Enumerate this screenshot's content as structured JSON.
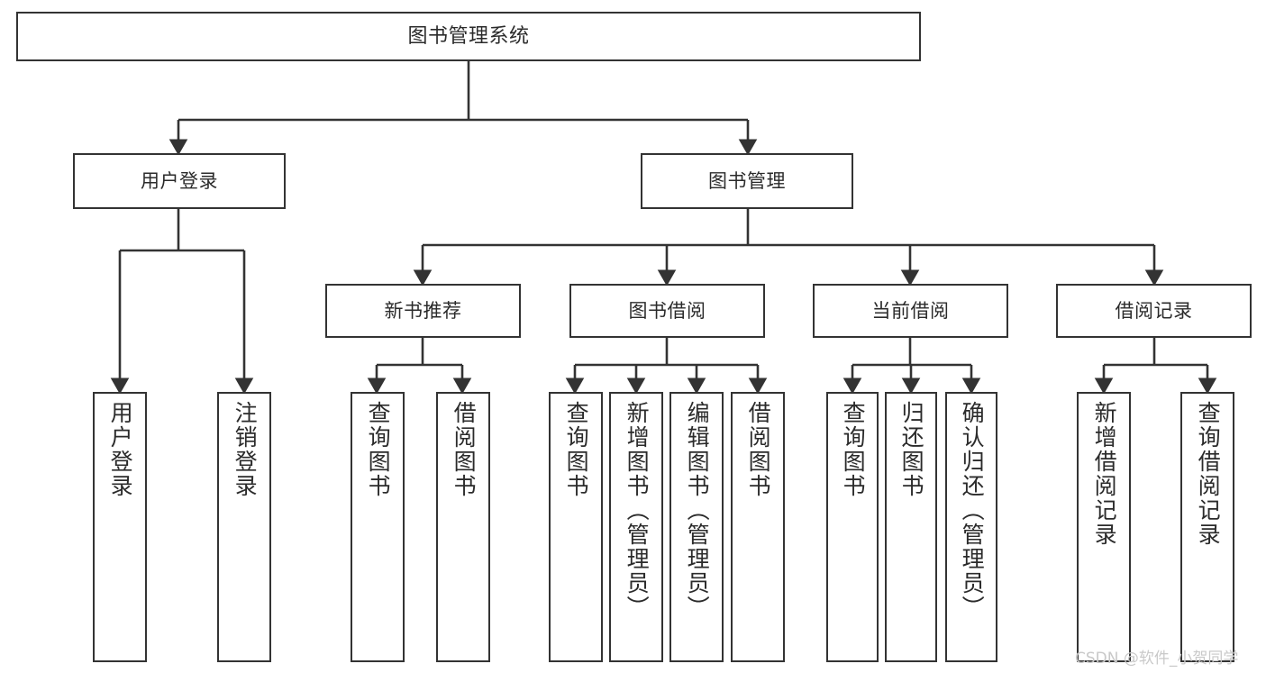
{
  "diagram": {
    "type": "tree-hierarchy-diagram",
    "title": "图书管理系统",
    "line_color": "#333333",
    "box_fill": "#ffffff",
    "text_color": "#2b2b2b",
    "watermark": "CSDN @软件_小贺同学"
  },
  "nodes": {
    "root": {
      "label": "图书管理系统"
    },
    "level2": [
      {
        "label": "用户登录"
      },
      {
        "label": "图书管理"
      }
    ],
    "level3": [
      {
        "label": "新书推荐"
      },
      {
        "label": "图书借阅"
      },
      {
        "label": "当前借阅"
      },
      {
        "label": "借阅记录"
      }
    ],
    "leaves": {
      "user_login": [
        {
          "label": "用户登录"
        },
        {
          "label": "注销登录"
        }
      ],
      "new_book_recommend": [
        {
          "label": "查询图书"
        },
        {
          "label": "借阅图书"
        }
      ],
      "book_borrow": [
        {
          "label": "查询图书"
        },
        {
          "label": "新增图书（管理员）"
        },
        {
          "label": "编辑图书（管理员）"
        },
        {
          "label": "借阅图书"
        }
      ],
      "current_borrow": [
        {
          "label": "查询图书"
        },
        {
          "label": "归还图书"
        },
        {
          "label": "确认归还（管理员）"
        }
      ],
      "borrow_records": [
        {
          "label": "新增借阅记录"
        },
        {
          "label": "查询借阅记录"
        }
      ]
    }
  }
}
